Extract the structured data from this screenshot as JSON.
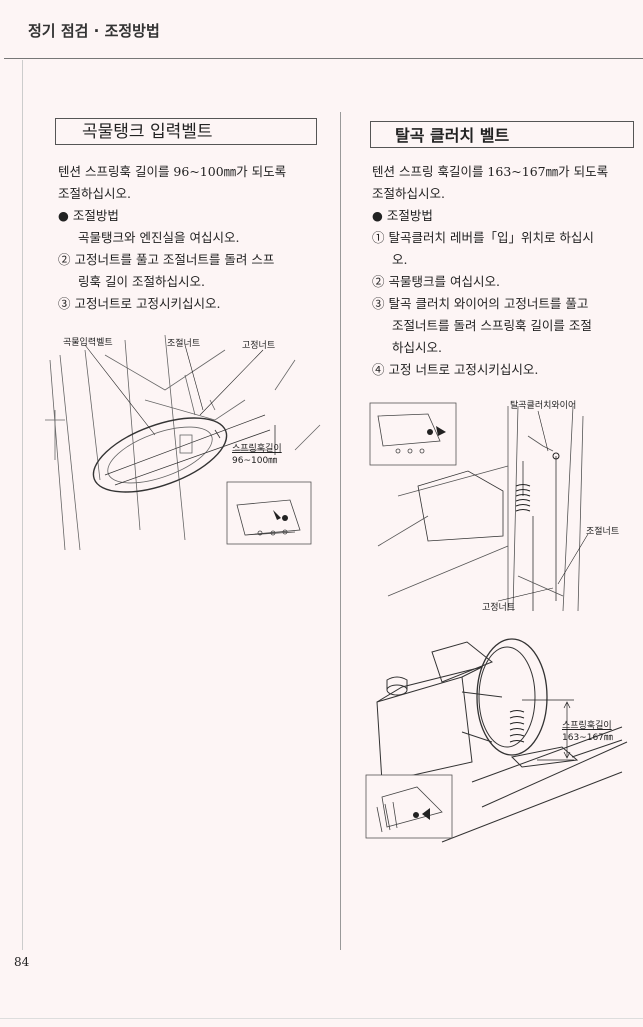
{
  "header": {
    "title": "정기 점검 · 조정방법"
  },
  "page_number": "84",
  "left_section": {
    "title": "곡물탱크 입력벨트",
    "intro": [
      "텐션 스프링훅 길이를 96~100㎜가 되도록",
      "조절하십시오."
    ],
    "method_heading": "● 조절방법",
    "steps": [
      "곡물탱크와 엔진실을 여십시오.",
      "② 고정너트를 풀고 조절너트를 돌려 스프",
      "링훅 길이 조절하십시오.",
      "③ 고정너트로 고정시키십시오."
    ],
    "figure_labels": {
      "belt": "곡물입력벨트",
      "adjust_nut": "조절너트",
      "lock_nut": "고정너트",
      "spring_hook_length": "스프링훅길이",
      "range": "96~100㎜"
    }
  },
  "right_section": {
    "title": "탈곡 클러치 벨트",
    "intro": [
      "텐션 스프링 훅길이를 163~167㎜가 되도록",
      "조절하십시오."
    ],
    "method_heading": "● 조절방법",
    "steps": [
      "① 탈곡클러치 레버를「입」위치로 하십시",
      "오.",
      "② 곡물탱크를 여십시오.",
      "③ 탈곡 클러치 와이어의 고정너트를 풀고",
      "조절너트를 돌려 스프링훅 길이를 조절",
      "하십시오.",
      "④ 고정 너트로 고정시키십시오."
    ],
    "figure1_labels": {
      "wire": "탈곡클러치와이어",
      "adjust_nut": "조절너트",
      "lock_nut": "고정너트"
    },
    "figure2_labels": {
      "spring_hook_length": "스프링훅길이",
      "range": "163~167㎜"
    }
  }
}
